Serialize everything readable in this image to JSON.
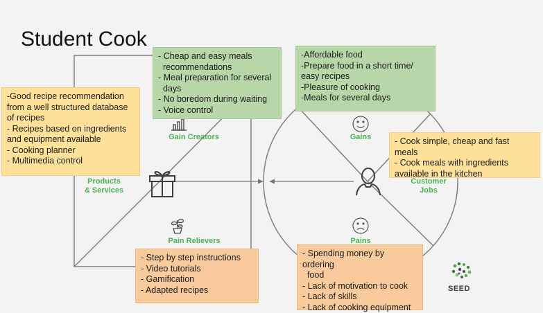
{
  "title": "Student Cook",
  "canvas_labels": {
    "gain_creators": "Gain Creators",
    "products_services": [
      "Products",
      "& Services"
    ],
    "pain_relievers": "Pain Relievers",
    "gains": "Gains",
    "customer_jobs": [
      "Customer",
      "Jobs"
    ],
    "pains": "Pains"
  },
  "notes": {
    "gain_creators": [
      "- Cheap and easy meals",
      "recommendations",
      "- Meal preparation for several",
      "days",
      "- No boredom during waiting",
      "- Voice control"
    ],
    "gains": [
      "-Affordable food",
      "-Prepare food in a short time/",
      "easy recipes",
      "-Pleasure of cooking",
      "-Meals for several days"
    ],
    "products_services": [
      "-Good recipe recommendation",
      "from a well structured database",
      "of recipes",
      "- Recipes based on ingredients",
      "and equipment available",
      "- Cooking planner",
      "- Multimedia control"
    ],
    "customer_jobs": [
      "- Cook simple, cheap and fast meals",
      "- Cook meals with ingredients",
      "available in the kitchen"
    ],
    "pain_relievers": [
      "- Step by step instructions",
      "- Video tutorials",
      "- Gamification",
      "- Adapted recipes"
    ],
    "pains": [
      "- Spending money by ordering",
      "food",
      "- Lack of motivation to cook",
      "- Lack of skills",
      "- Lack of cooking equipment"
    ]
  },
  "logo": {
    "text": "SEED"
  },
  "icons": [
    "chart-icon",
    "gift-icon",
    "plant-icon",
    "smile-icon",
    "person-icon",
    "frown-icon",
    "seed-logo-icon"
  ],
  "colors": {
    "green_note": "#b7d7a8",
    "yellow_note": "#ffe19a",
    "orange_note": "#f9cb9c",
    "label_green": "#49b351",
    "lines": "#777777"
  }
}
